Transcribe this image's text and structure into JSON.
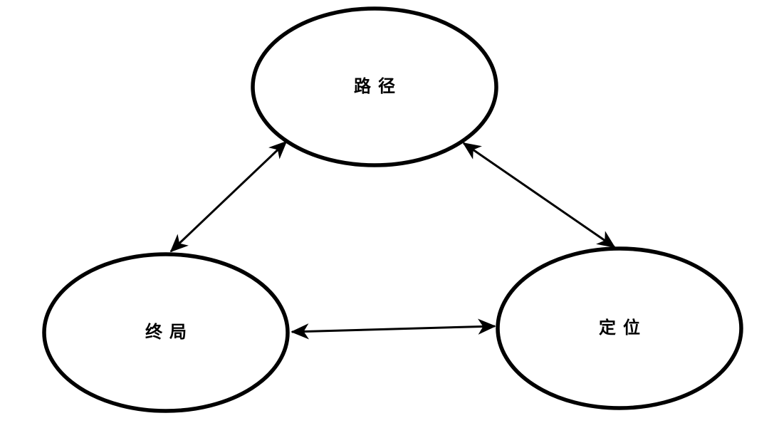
{
  "diagram": {
    "type": "concept-triangle",
    "background_color": "#ffffff",
    "stroke_color": "#000000",
    "nodes": [
      {
        "id": "path",
        "label": "路径",
        "position": "top-center"
      },
      {
        "id": "endgame",
        "label": "终局",
        "position": "bottom-left"
      },
      {
        "id": "positioning",
        "label": "定位",
        "position": "bottom-right"
      }
    ],
    "edges": [
      {
        "from": "终局",
        "to": "路径",
        "style": "double-arrow"
      },
      {
        "from": "路径",
        "to": "定位",
        "style": "double-arrow"
      },
      {
        "from": "终局",
        "to": "定位",
        "style": "double-arrow"
      }
    ]
  }
}
